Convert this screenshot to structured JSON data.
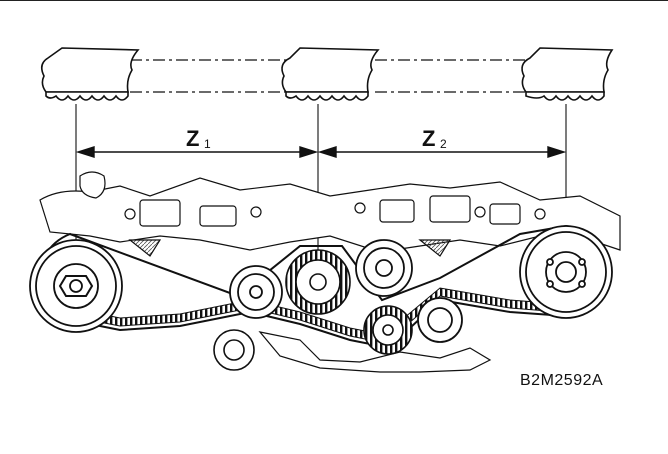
{
  "labels": {
    "z1": "Z",
    "z1_sub": "1",
    "z2": "Z",
    "z2_sub": "2"
  },
  "figure_code": "B2M2592A",
  "colors": {
    "ink": "#111111",
    "background": "#ffffff"
  }
}
